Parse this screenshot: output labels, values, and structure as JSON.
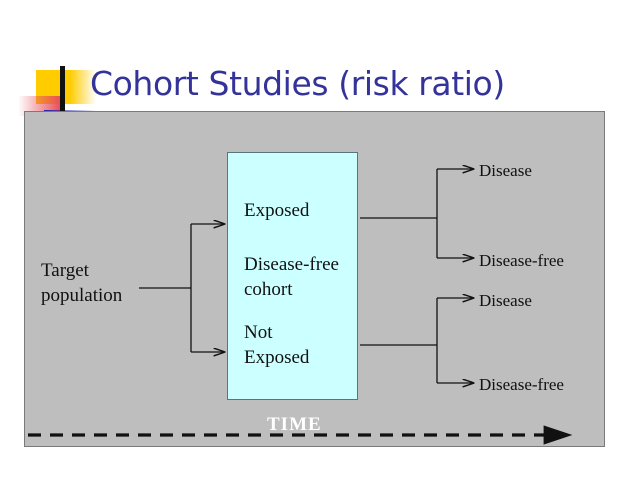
{
  "slide": {
    "title": "Cohort Studies (risk ratio)",
    "title_color": "#333399",
    "panel_color": "#BEBEBE",
    "cohort_box_color": "#CCFFFF",
    "accent_red": "#CC2222"
  },
  "ornament": {
    "name": "powerpoint-title-ornament",
    "yellow": "#FFCC00",
    "red": "#E8505A",
    "blue": "#2222AA",
    "bar": "#111111"
  },
  "diagram": {
    "source_label": "Target\npopulation",
    "source_label_line1": "Target",
    "source_label_line2": "population",
    "cohort": {
      "exposed_label": "Exposed",
      "cohort_label_line1": "Disease-free",
      "cohort_label_line2": "cohort",
      "not_exposed_label_line1": "Not",
      "not_exposed_label_line2": "Exposed"
    },
    "outcomes": [
      {
        "label": "Disease",
        "branch": "exposed"
      },
      {
        "label": "Disease-free",
        "branch": "exposed"
      },
      {
        "label": "Disease",
        "branch": "not-exposed"
      },
      {
        "label": "Disease-free",
        "branch": "not-exposed"
      }
    ],
    "time_axis": {
      "label": "TIME",
      "style": "dashed-arrow-right",
      "color": "#111111",
      "label_color": "#FFFFFF"
    }
  }
}
